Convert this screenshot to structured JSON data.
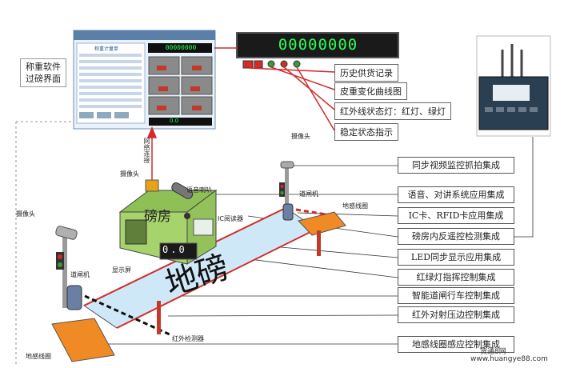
{
  "software_label": "称重软件\n过磅界面",
  "display_readout": "00000000",
  "small_readout": "00000000",
  "screen": {
    "title": "称重计量单",
    "bottom_readout": "0.0"
  },
  "feature_labels": [
    "历史供货记录",
    "皮重变化曲线图",
    "红外线状态灯：红灯、绿灯",
    "稳定状态指示"
  ],
  "right_labels": [
    "同步视频监控抓拍集成",
    "语音、对讲系统应用集成",
    "IC卡、RFID卡应用集成",
    "磅房内反遥控检测集成",
    "LED同步显示应用集成",
    "红绿灯指挥控制集成",
    "智能道闸行车控制集成",
    "红外对射压边控制集成",
    "地感线圈感应控制集成"
  ],
  "scene_text": {
    "booth": "磅房",
    "scale": "地磅",
    "booth_display": "0.0",
    "network": "网络连接",
    "camera_top": "摄像头",
    "camera_left": "摄像头",
    "camera_booth": "摄像头",
    "speaker": "语音喇叭",
    "ic_reader": "IC阅读器",
    "display_screen": "显示屏",
    "gate_right": "道闸机",
    "gate_left": "道闸机",
    "loop_right": "地感线圈",
    "loop_left": "地感线圈",
    "ir_detector": "红外检测器"
  },
  "watermark": {
    "line1": "货通8网",
    "line2": "www.huangye88.com"
  },
  "colors": {
    "accent_red": "#d32a2a",
    "display_green": "#2cff59",
    "booth_green": "#a6d36b",
    "scale_blue": "#cfe8f7"
  }
}
